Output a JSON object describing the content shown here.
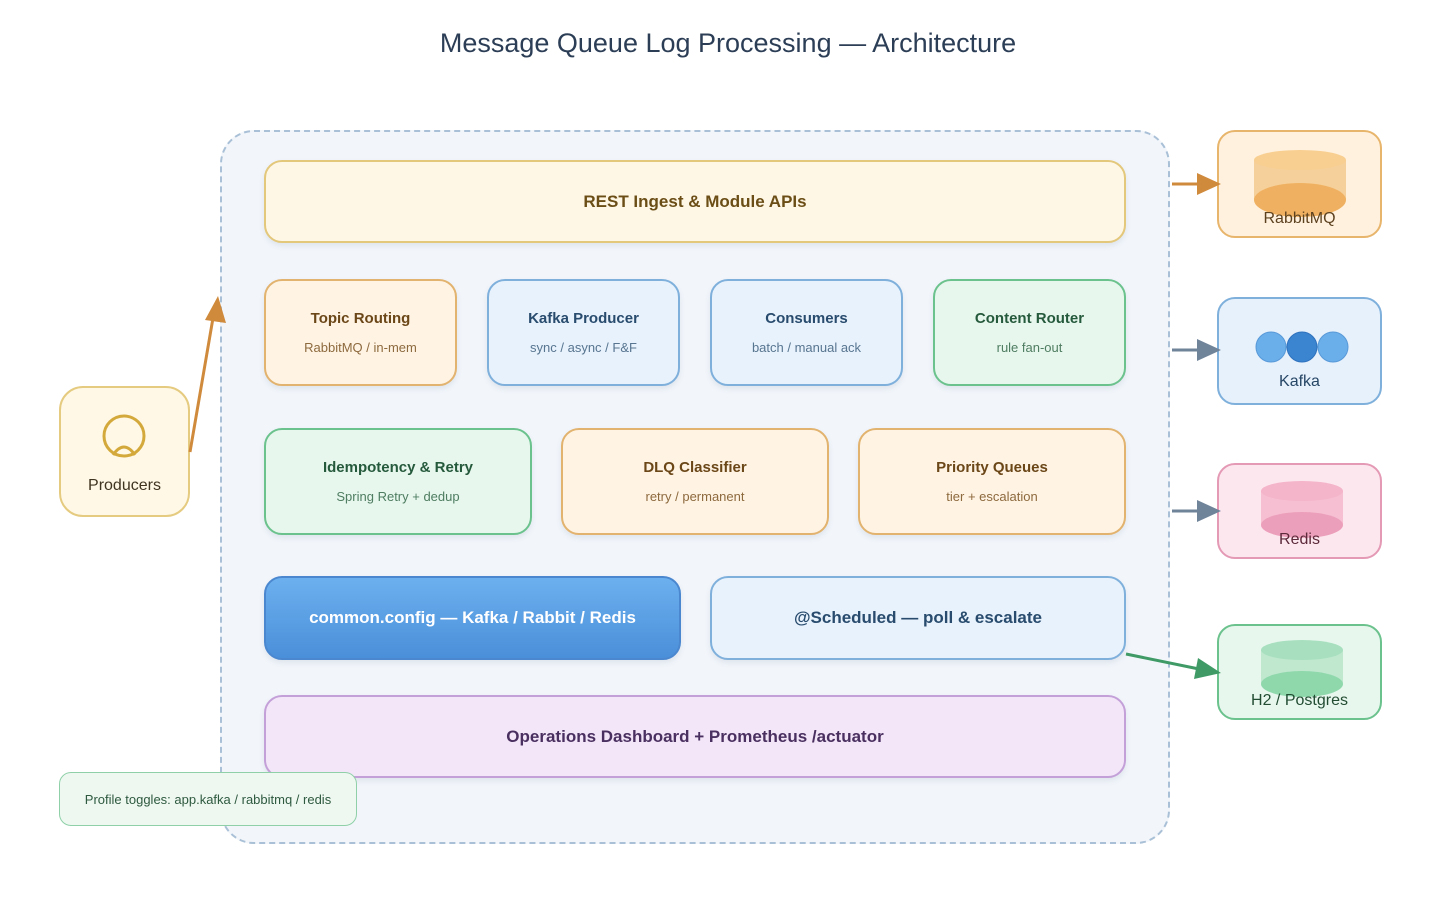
{
  "title": "Message Queue Log Processing — Architecture",
  "producers": {
    "label": "Producers"
  },
  "modules": {
    "rest": {
      "title": "REST Ingest & Module APIs"
    },
    "topic_routing": {
      "title": "Topic Routing",
      "subtitle": "RabbitMQ / in-mem"
    },
    "kafka_producer": {
      "title": "Kafka Producer",
      "subtitle": "sync / async / F&F"
    },
    "consumers": {
      "title": "Consumers",
      "subtitle": "batch / manual ack"
    },
    "content_router": {
      "title": "Content Router",
      "subtitle": "rule fan-out"
    },
    "idempotency": {
      "title": "Idempotency & Retry",
      "subtitle": "Spring Retry + dedup"
    },
    "dlq": {
      "title": "DLQ Classifier",
      "subtitle": "retry / permanent"
    },
    "priority": {
      "title": "Priority Queues",
      "subtitle": "tier + escalation"
    },
    "common_config": {
      "title": "common.config — Kafka / Rabbit / Redis"
    },
    "scheduled": {
      "title": "@Scheduled — poll & escalate"
    },
    "ops": {
      "title": "Operations Dashboard + Prometheus /actuator"
    }
  },
  "externals": {
    "rabbitmq": {
      "label": "RabbitMQ"
    },
    "kafka": {
      "label": "Kafka"
    },
    "redis": {
      "label": "Redis"
    },
    "db": {
      "label": "H2 / Postgres"
    }
  },
  "note": {
    "text": "Profile toggles: app.kafka / rabbitmq / redis"
  },
  "icons": [
    "user-icon",
    "cylinder-icon",
    "kafka-nodes-icon"
  ],
  "colors": {
    "arrow_orange": "#d08a3c",
    "arrow_slate": "#6f8399",
    "arrow_green": "#3f9a66",
    "accent_blue": "#4a8fd9"
  }
}
